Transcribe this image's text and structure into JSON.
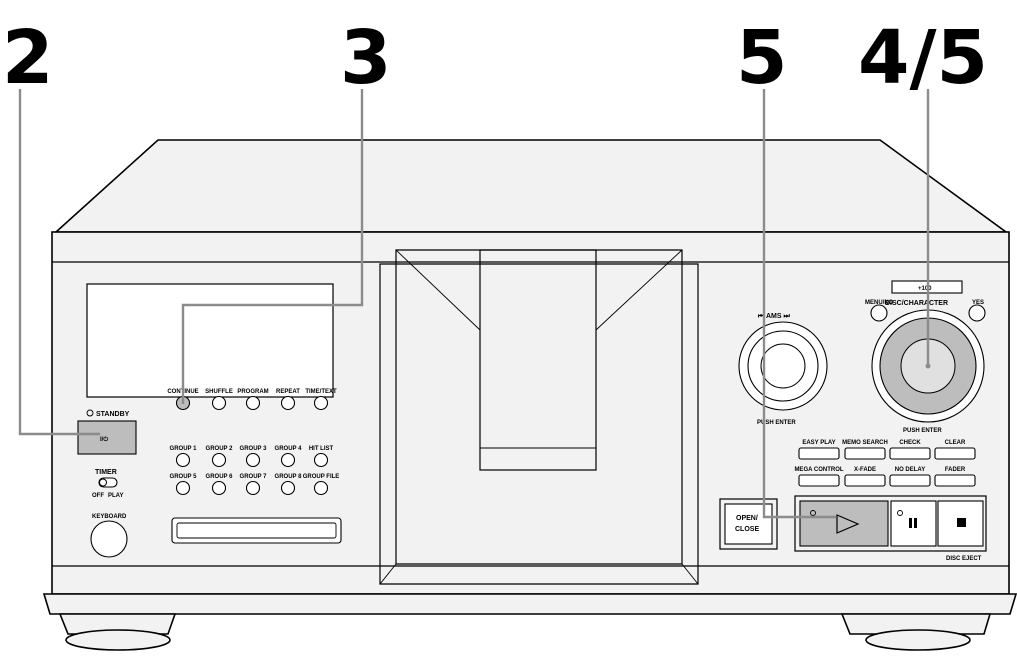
{
  "callouts": {
    "c1": "2",
    "c2": "3",
    "c3": "5",
    "c4": "4/5"
  },
  "labels": {
    "standby": "STANDBY",
    "power_glyph": "I/⏻",
    "timer": "TIMER",
    "timer_off": "OFF",
    "timer_play": "PLAY",
    "keyboard": "KEYBOARD",
    "ams": "⏮ AMS ⏭",
    "push_enter_left": "PUSH ENTER",
    "push_enter_right": "PUSH ENTER",
    "plus100": "+100",
    "disc_character": "DISC/CHARACTER",
    "menu_no": "MENU/NO",
    "yes": "YES",
    "open_close_1": "OPEN/",
    "open_close_2": "CLOSE",
    "disc_eject": "DISC EJECT"
  },
  "mode_buttons": [
    "CONTINUE",
    "SHUFFLE",
    "PROGRAM",
    "REPEAT",
    "TIME/TEXT",
    "GROUP 1",
    "GROUP 2",
    "GROUP 3",
    "GROUP 4",
    "HIT LIST",
    "GROUP 5",
    "GROUP 6",
    "GROUP 7",
    "GROUP 8",
    "GROUP FILE"
  ],
  "function_buttons": [
    "EASY PLAY",
    "MEMO SEARCH",
    "CHECK",
    "CLEAR",
    "MEGA CONTROL",
    "X-FADE",
    "NO DELAY",
    "FADER"
  ],
  "colors": {
    "highlight": "#bdbdbd",
    "leader": "#8c8c8c",
    "body": "#f2f2f2"
  }
}
